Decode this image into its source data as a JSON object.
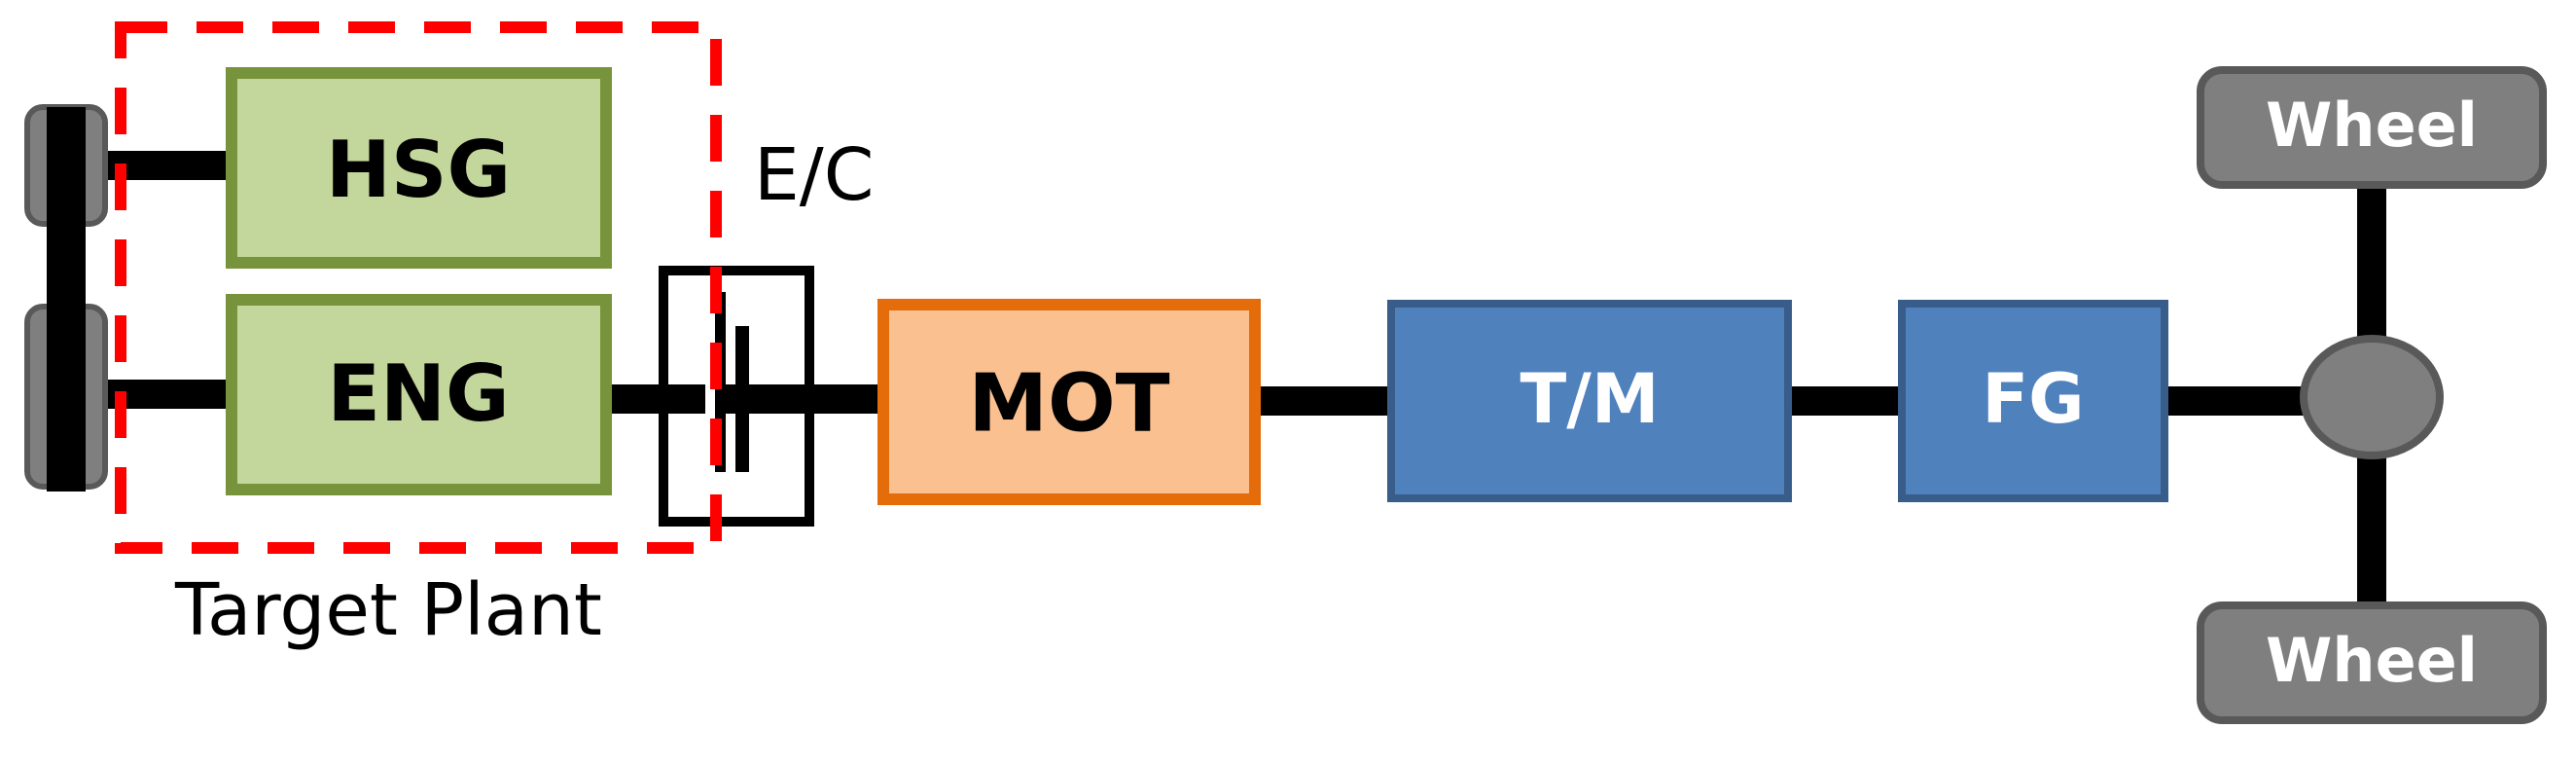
{
  "diagram": {
    "labels": {
      "hsg": "HSG",
      "eng": "ENG",
      "ec": "E/C",
      "mot": "MOT",
      "tm": "T/M",
      "fg": "FG",
      "wheel_top": "Wheel",
      "wheel_bottom": "Wheel",
      "target_plant": "Target Plant"
    },
    "colors": {
      "green_fill": "#c3d69b",
      "green_stroke": "#77933c",
      "orange_fill": "#fac090",
      "orange_stroke": "#e46c0a",
      "blue_fill": "#4f81bd",
      "blue_stroke": "#385d8a",
      "wheel_fill": "#7f7f7f",
      "wheel_stroke": "#595959",
      "dashed_red": "#ff0000",
      "shaft": "#000000"
    }
  }
}
